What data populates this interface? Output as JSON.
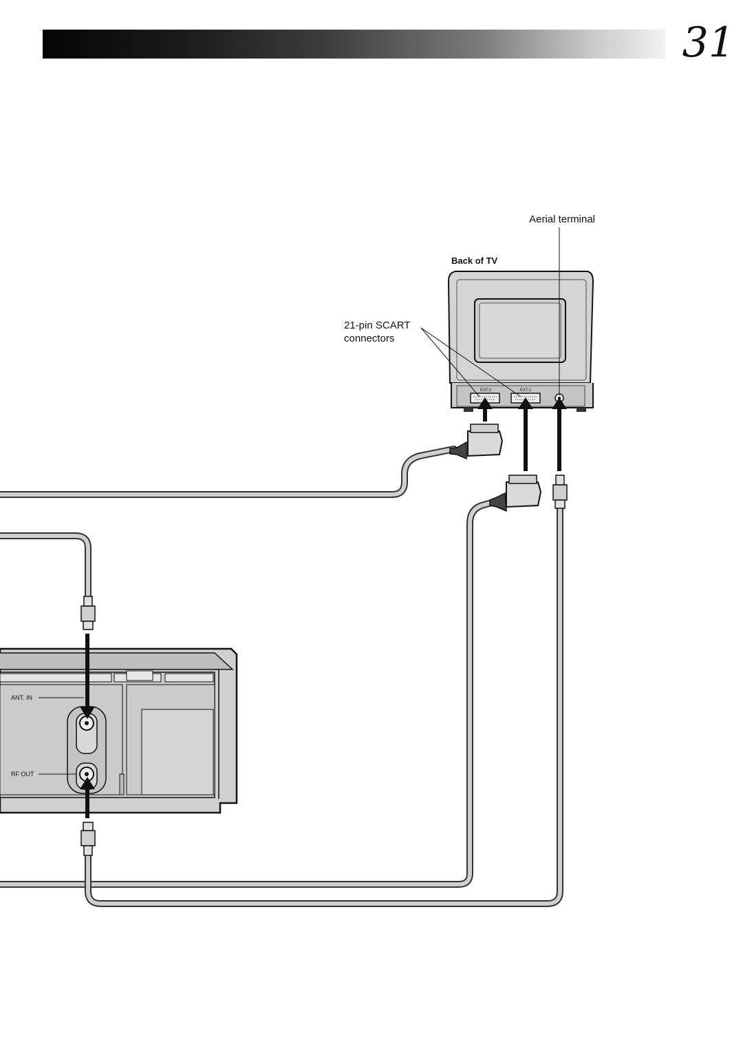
{
  "page": {
    "number": "31"
  },
  "diagram": {
    "labels": {
      "aerial_terminal": "Aerial terminal",
      "back_of_tv": "Back of TV",
      "scart_line1": "21-pin SCART",
      "scart_line2": "connectors",
      "ext2": "EXT.2",
      "ext1": "EXT.1",
      "ant_in": "ANT. IN",
      "rf_out": "RF OUT"
    }
  }
}
